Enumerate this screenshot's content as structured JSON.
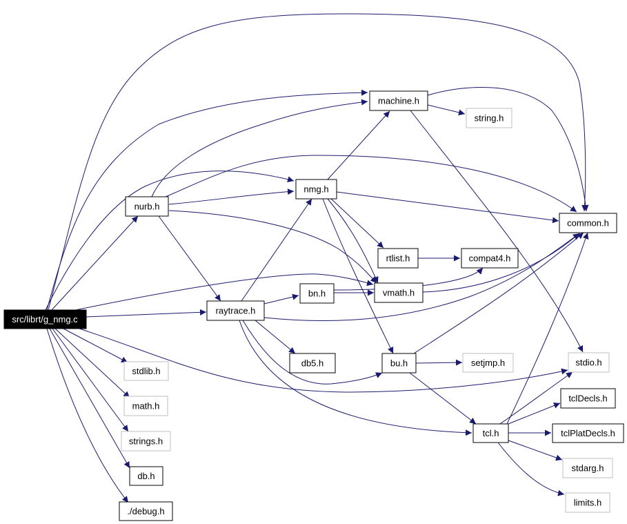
{
  "graph": {
    "colors": {
      "edge": "#1a1a6e",
      "node_border": "#000000",
      "external_border": "#bfbfbf",
      "root_fill": "#000000",
      "root_text": "#ffffff"
    },
    "nodes": {
      "root": "src/librt/g_nmg.c",
      "machine": "machine.h",
      "string": "string.h",
      "nurb": "nurb.h",
      "nmg": "nmg.h",
      "common": "common.h",
      "rtlist": "rtlist.h",
      "compat4": "compat4.h",
      "bn": "bn.h",
      "vmath": "vmath.h",
      "raytrace": "raytrace.h",
      "stdlib": "stdlib.h",
      "db5": "db5.h",
      "bu": "bu.h",
      "setjmp": "setjmp.h",
      "stdio": "stdio.h",
      "math": "math.h",
      "strings": "strings.h",
      "tcldecls": "tclDecls.h",
      "tcl": "tcl.h",
      "tclplatdecls": "tclPlatDecls.h",
      "db": "db.h",
      "stdarg": "stdarg.h",
      "debug": "./debug.h",
      "limits": "limits.h"
    }
  }
}
